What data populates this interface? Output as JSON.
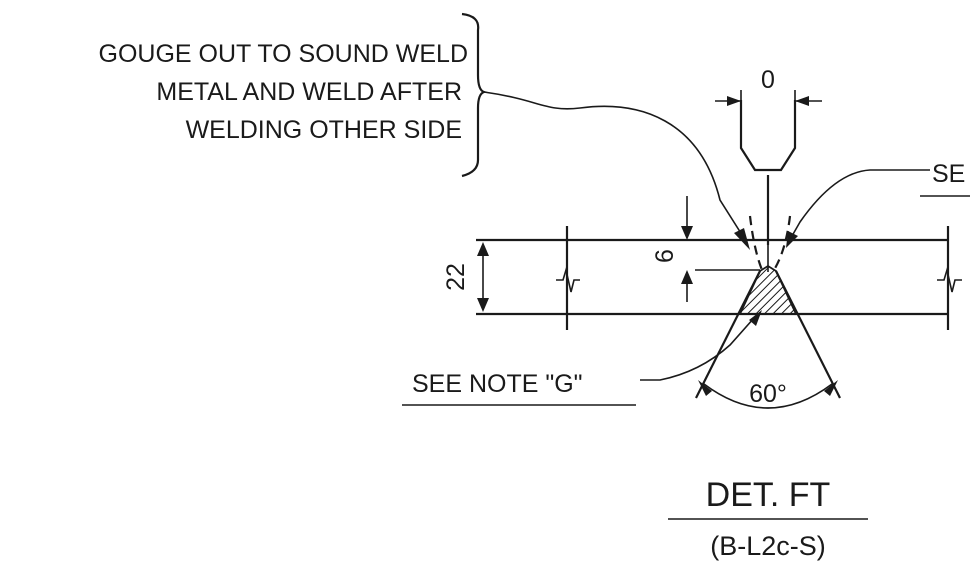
{
  "callouts": {
    "gouge_line_1": "GOUGE OUT TO SOUND WELD",
    "gouge_line_2": "METAL AND WELD AFTER",
    "gouge_line_3": "WELDING OTHER SIDE",
    "see_note_g": "SEE NOTE \"G\"",
    "see_note_right": "SE"
  },
  "dimensions": {
    "root_opening": "0",
    "plate_thickness": "22",
    "root_face_depth": "6",
    "groove_angle": "60°"
  },
  "detail": {
    "title": "DET. FT",
    "designation": "(B-L2c-S)"
  },
  "colors": {
    "ink": "#1a1a1a",
    "paper": "#ffffff"
  }
}
